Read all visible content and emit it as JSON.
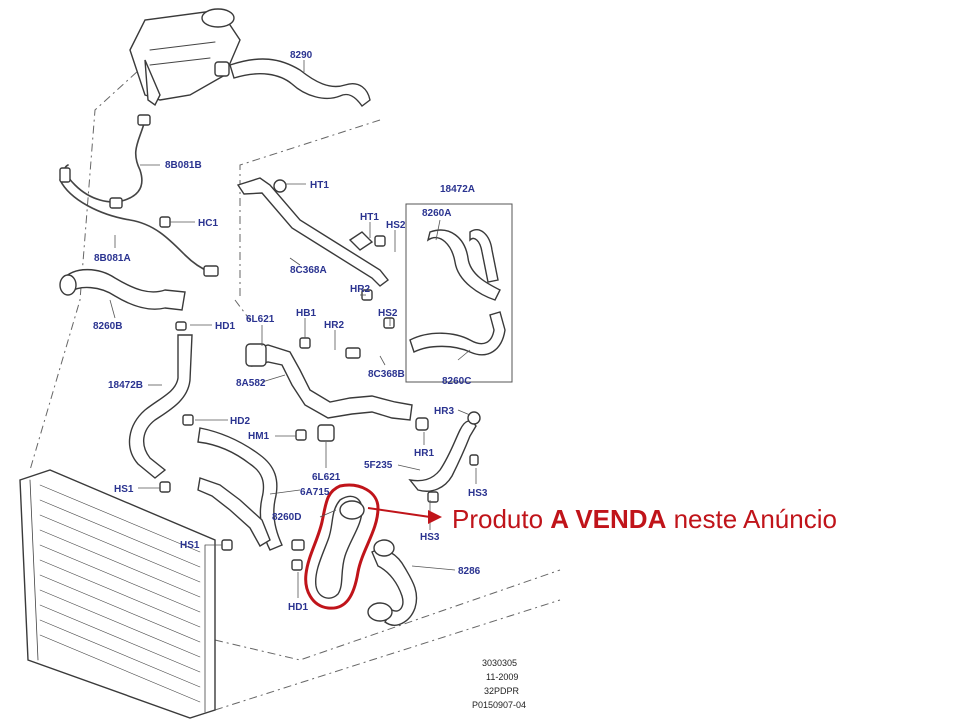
{
  "labels": {
    "l8290": "8290",
    "l8B081B": "8B081B",
    "l8B081A": "8B081A",
    "lHC1": "HC1",
    "lHT1a": "HT1",
    "lHT1b": "HT1",
    "lHS2a": "HS2",
    "l18472A": "18472A",
    "l8260A": "8260A",
    "l8C368A": "8C368A",
    "l8260B": "8260B",
    "lHD1a": "HD1",
    "l6L621a": "6L621",
    "lHB1": "HB1",
    "lHR2a": "HR2",
    "lHR2b": "HR2",
    "lHS2b": "HS2",
    "l18472B": "18472B",
    "l8A582": "8A582",
    "l8C368B": "8C368B",
    "l8260C": "8260C",
    "lHD2": "HD2",
    "lHR3": "HR3",
    "lHM1": "HM1",
    "lHR1": "HR1",
    "l5F235": "5F235",
    "l6L621b": "6L621",
    "lHS1a": "HS1",
    "l6A715": "6A715",
    "lHS3a": "HS3",
    "l8260D": "8260D",
    "lHS3b": "HS3",
    "lHS1b": "HS1",
    "l8286": "8286",
    "lHD1b": "HD1"
  },
  "reference": {
    "line1": "3030305",
    "line2": "11-2009",
    "line3": "32PDPR",
    "line4": "P0150907-04"
  },
  "callout": {
    "prefix": "Produto ",
    "emphasis": "A VENDA",
    "suffix": " neste Anúncio",
    "color": "#c0141a"
  },
  "colors": {
    "label": "#2a3390",
    "highlight": "#c0141a"
  }
}
